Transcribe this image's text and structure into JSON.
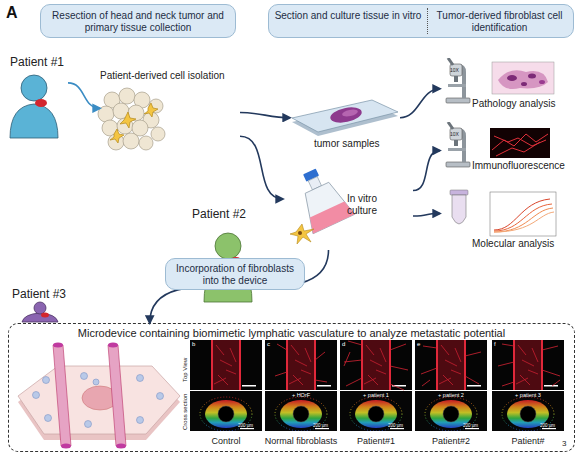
{
  "diagram": {
    "nodes": [
      {
        "text": [
          "Resection of head and neck tumor and primary tissue collection"
        ]
      },
      {
        "text": [
          "Section and culture tissue in vitro",
          "Tumor-derived fibroblast cell identification"
        ]
      },
      {
        "text": [
          "Patient #1"
        ]
      },
      {
        "text": [
          "Patient-derived cell isolation"
        ]
      },
      {
        "text": [
          "Patient #2"
        ]
      },
      {
        "text": [
          "Patient #3"
        ]
      },
      {
        "text": [
          "tumor samples"
        ]
      },
      {
        "text": [
          "In vitro culture"
        ]
      },
      {
        "text": [
          "Pathology analysis"
        ]
      },
      {
        "text": [
          "Immunofluorescence"
        ]
      },
      {
        "text": [
          "Molecular analysis"
        ]
      },
      {
        "text": [
          "Incorporation of fibroblasts into the device"
        ]
      },
      {
        "text": [
          "Microdevice containing biomimetic lymphatic vasculature to analyze metastatic potential"
        ]
      }
    ],
    "edges": [
      {
        "from": 2,
        "to": 3,
        "arrow": "to"
      },
      {
        "from": 3,
        "to": 6,
        "arrow": "to"
      },
      {
        "from": 3,
        "to": 7,
        "arrow": "to"
      },
      {
        "from": 6,
        "to": 8,
        "arrow": "to"
      },
      {
        "from": 7,
        "to": 9,
        "arrow": "to"
      },
      {
        "from": 7,
        "to": 10,
        "arrow": "to"
      },
      {
        "from": 7,
        "to": 12,
        "arrow": "to"
      }
    ],
    "labels": [
      "A",
      "10X",
      "10X",
      "Top View",
      "Cross section",
      "b",
      "c",
      "d",
      "e",
      "f",
      "+ HOrF",
      "+ patient 1",
      "+ patient 2",
      "+ patient 3",
      "200 µm",
      "200 µm",
      "200 µm",
      "200 µm",
      "200 µm",
      "Control",
      "Normal fibroblasts",
      "Patient#1",
      "Patient#2",
      "Patient#",
      "3"
    ]
  }
}
